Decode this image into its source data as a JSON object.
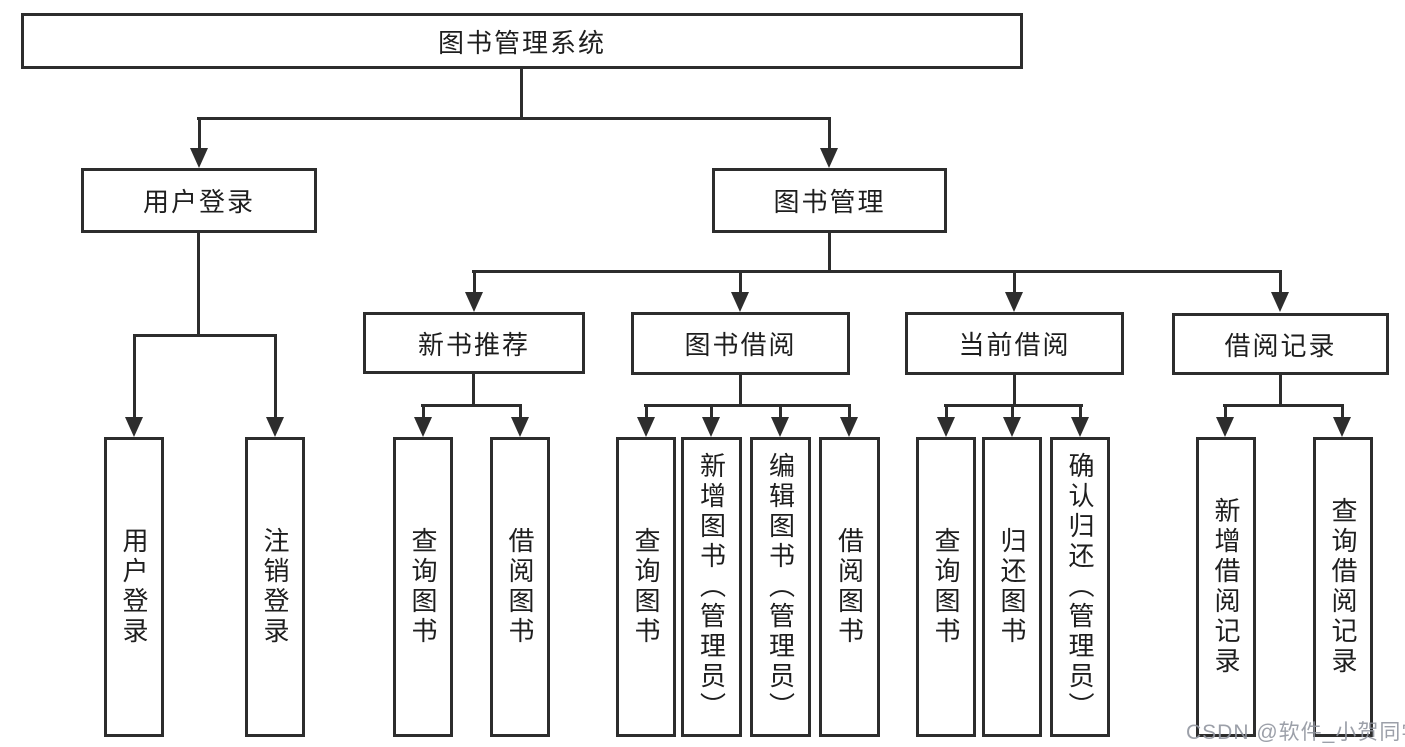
{
  "colors": {
    "background": "#ffffff",
    "line": "#2d2d2d",
    "text": "#1e1e1e",
    "watermark": "#9196a0"
  },
  "watermark": {
    "text": "CSDN @软件_小贺同学"
  },
  "diagram": {
    "root": {
      "label": "图书管理系统"
    },
    "level2": [
      {
        "label": "用户登录",
        "children": [
          {
            "label": "用户登录"
          },
          {
            "label": "注销登录"
          }
        ]
      },
      {
        "label": "图书管理",
        "children": [
          {
            "label": "新书推荐",
            "children": [
              {
                "label": "查询图书"
              },
              {
                "label": "借阅图书"
              }
            ]
          },
          {
            "label": "图书借阅",
            "children": [
              {
                "label": "查询图书"
              },
              {
                "label": "新增图书（管理员）"
              },
              {
                "label": "编辑图书（管理员）"
              },
              {
                "label": "借阅图书"
              }
            ]
          },
          {
            "label": "当前借阅",
            "children": [
              {
                "label": "查询图书"
              },
              {
                "label": "归还图书"
              },
              {
                "label": "确认归还（管理员）"
              }
            ]
          },
          {
            "label": "借阅记录",
            "children": [
              {
                "label": "新增借阅记录"
              },
              {
                "label": "查询借阅记录"
              }
            ]
          }
        ]
      }
    ]
  }
}
